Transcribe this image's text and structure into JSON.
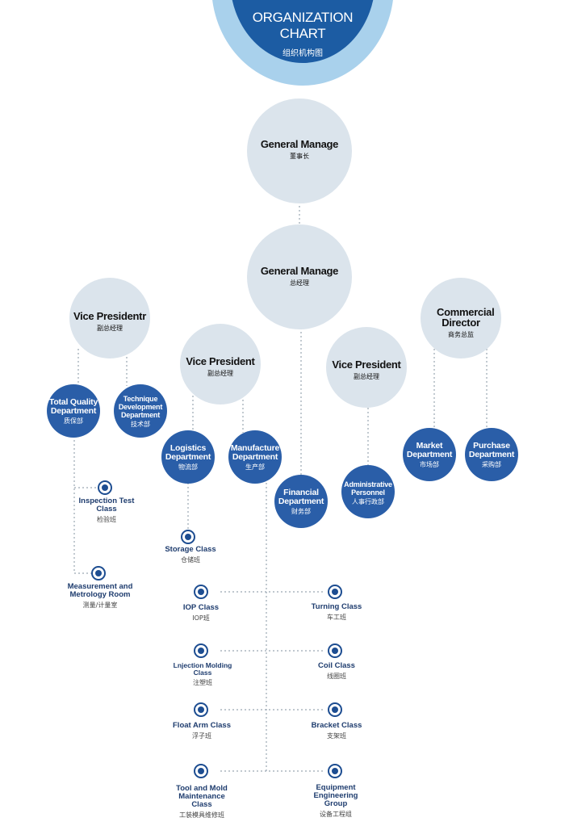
{
  "header": {
    "title": "ORGANIZATION CHART",
    "subtitle": "组织机构图"
  },
  "executives": {
    "chairman": {
      "en": "General Manage",
      "cn": "董事长"
    },
    "general_manager": {
      "en": "General Manage",
      "cn": "总经理"
    },
    "vp_left": {
      "en": "Vice Presidentr",
      "cn": "副总经理"
    },
    "vp_mid": {
      "en": "Vice President",
      "cn": "副总经理"
    },
    "vp_right": {
      "en": "Vice President",
      "cn": "副总经理"
    },
    "commercial": {
      "en": "Commercial Director",
      "cn": "商务总监"
    }
  },
  "departments": {
    "quality": {
      "en": "Total Quality Department",
      "cn": "质保部"
    },
    "technique": {
      "en": "Technique Development Department",
      "cn": "技术部"
    },
    "logistics": {
      "en": "Logistics Department",
      "cn": "物流部"
    },
    "manufacture": {
      "en": "Manufacture Department",
      "cn": "生产部"
    },
    "financial": {
      "en": "Financial Department",
      "cn": "财务部"
    },
    "administrative": {
      "en": "Administrative Personnel",
      "cn": "人事行政部"
    },
    "market": {
      "en": "Market Department",
      "cn": "市场部"
    },
    "purchase": {
      "en": "Purchase Department",
      "cn": "采购部"
    }
  },
  "classes": {
    "inspection": {
      "en": "Inspection Test Class",
      "cn": "检验班"
    },
    "measurement": {
      "en": "Measurement and Metrology Room",
      "cn": "测量/计量室"
    },
    "storage": {
      "en": "Storage Class",
      "cn": "仓储班"
    },
    "iop": {
      "en": "IOP Class",
      "cn": "IOP班"
    },
    "turning": {
      "en": "Turning Class",
      "cn": "车工班"
    },
    "injection": {
      "en": "Lnjection Molding Class",
      "cn": "注塑班"
    },
    "coil": {
      "en": "Coil Class",
      "cn": "线圈班"
    },
    "float_arm": {
      "en": "Float Arm Class",
      "cn": "浮子班"
    },
    "bracket": {
      "en": "Bracket Class",
      "cn": "支架班"
    },
    "tool_mold": {
      "en": "Tool and Mold Maintenance Class",
      "cn": "工装模具维修班"
    },
    "equipment": {
      "en": "Equipment Engineering Group",
      "cn": "设备工程组"
    }
  },
  "colors": {
    "dept_blue": "#2a5ea8",
    "exec_gray": "#dbe4ec",
    "header_dark": "#1c5ca3",
    "header_light": "#a9d1ec",
    "node_blue": "#1d4d91"
  }
}
